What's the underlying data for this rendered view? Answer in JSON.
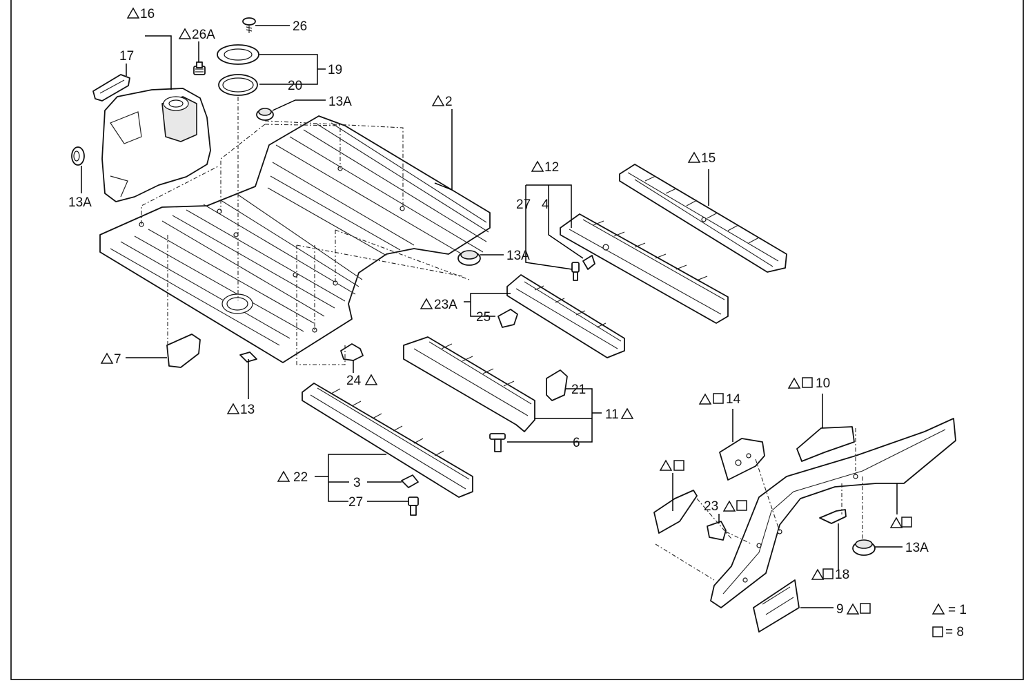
{
  "labels": {
    "l16": "16",
    "l17": "17",
    "l26a": "26A",
    "l26": "26",
    "l19": "19",
    "l20": "20",
    "l13a_top": "13A",
    "l2": "2",
    "l13a_left": "13A",
    "l12": "12",
    "l15": "15",
    "l27_top": "27",
    "l4": "4",
    "l13a_mid": "13A",
    "l23a": "23A",
    "l25": "25",
    "l7": "7",
    "l24": "24",
    "l13": "13",
    "l21": "21",
    "l11": "11",
    "l6": "6",
    "l22": "22",
    "l3": "3",
    "l27_bot": "27",
    "l14": "14",
    "l10": "10",
    "l23": "23",
    "l18": "18",
    "l9": "9",
    "l13a_right": "13A"
  },
  "legend": {
    "triangle_value": "= 1",
    "square_value": "= 8"
  }
}
